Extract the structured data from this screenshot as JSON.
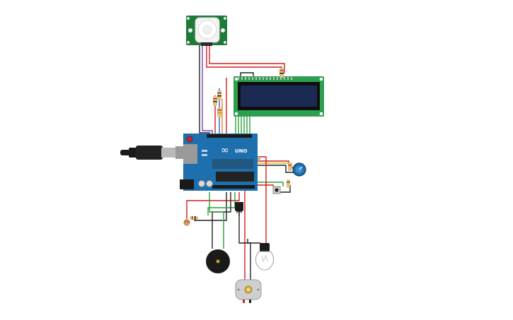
{
  "board": {
    "brand_text": "UNO",
    "logo_text": "∞"
  },
  "components": [
    {
      "id": "pir-sensor",
      "kind": "PIR motion sensor"
    },
    {
      "id": "lcd-display",
      "kind": "16x2 LCD"
    },
    {
      "id": "arduino-uno",
      "kind": "Arduino Uno"
    },
    {
      "id": "usb-cable",
      "kind": "USB cable"
    },
    {
      "id": "potentiometer",
      "kind": "potentiometer"
    },
    {
      "id": "pushbutton",
      "kind": "pushbutton"
    },
    {
      "id": "transistor",
      "kind": "transistor"
    },
    {
      "id": "photoresistor",
      "kind": "photoresistor"
    },
    {
      "id": "piezo-buzzer",
      "kind": "piezo buzzer"
    },
    {
      "id": "light-bulb",
      "kind": "light bulb"
    },
    {
      "id": "dc-motor",
      "kind": "DC motor"
    }
  ],
  "colors": {
    "board": "#1e6fae",
    "pir_board": "#1f7a3a",
    "lcd_board": "#2e9e4f",
    "lcd_screen": "#1b2a52",
    "wire_red": "#d11f1f",
    "wire_black": "#222222",
    "wire_green": "#2e9e3a",
    "wire_blue": "#2a5fc4",
    "wire_purple": "#7b3fb0",
    "wire_orange": "#e08a1e"
  }
}
